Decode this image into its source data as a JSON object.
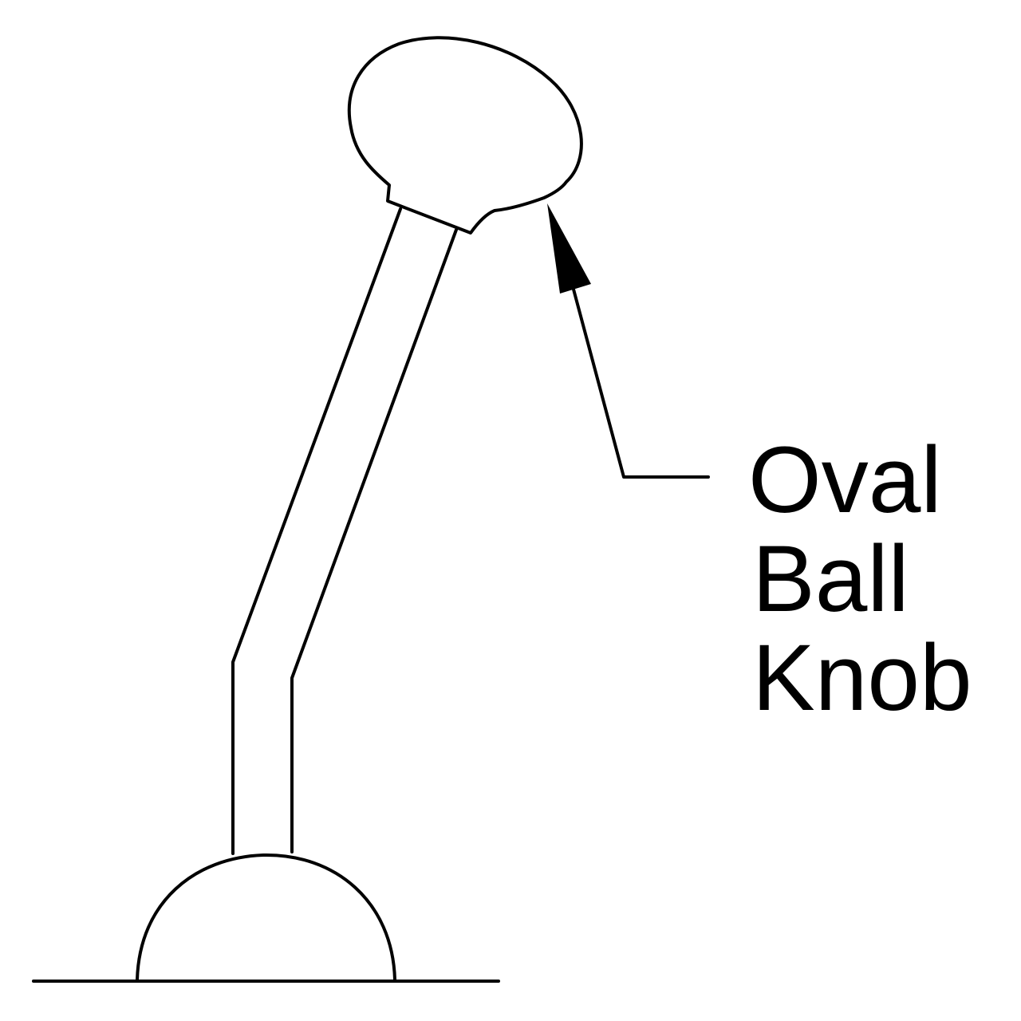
{
  "diagram": {
    "label": {
      "line1": "Oval",
      "line2": "Ball",
      "line3": "Knob"
    },
    "colors": {
      "stroke": "#000000",
      "background": "#ffffff"
    }
  }
}
